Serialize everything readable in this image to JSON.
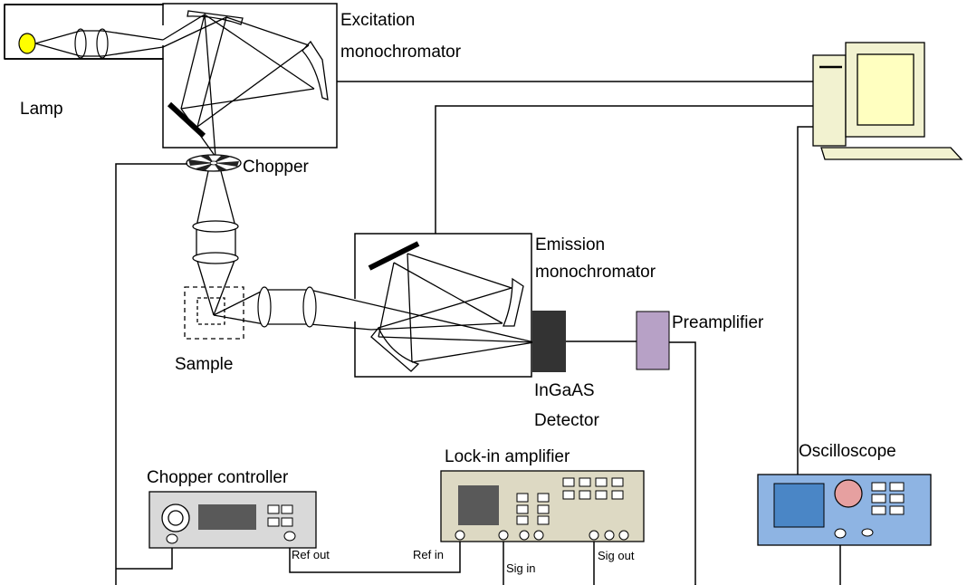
{
  "labels": {
    "lamp": "Lamp",
    "excitation_line1": "Excitation",
    "excitation_line2": "monochromator",
    "chopper": "Chopper",
    "emission_line1": "Emission",
    "emission_line2": "monochromator",
    "sample": "Sample",
    "preamplifier": "Preamplifier",
    "detector_line1": "InGaAS",
    "detector_line2": "Detector",
    "chopper_controller": "Chopper controller",
    "lockin": "Lock-in amplifier",
    "oscilloscope": "Oscilloscope",
    "ref_out": "Ref out",
    "ref_in": "Ref in",
    "sig_in": "Sig in",
    "sig_out": "Sig out"
  },
  "colors": {
    "lamp_bulb": "#ffff00",
    "detector": "#333333",
    "preamplifier": "#b7a1c6",
    "chopper_controller_body": "#d9d9d9",
    "lockin_body": "#ddd9c3",
    "lockin_screen": "#595959",
    "oscilloscope_body": "#8eb4e3",
    "oscilloscope_screen": "#4a86c6",
    "oscilloscope_knob": "#e6a0a0",
    "computer_screen": "#ffffc0",
    "computer_body": "#f2f2d0"
  }
}
